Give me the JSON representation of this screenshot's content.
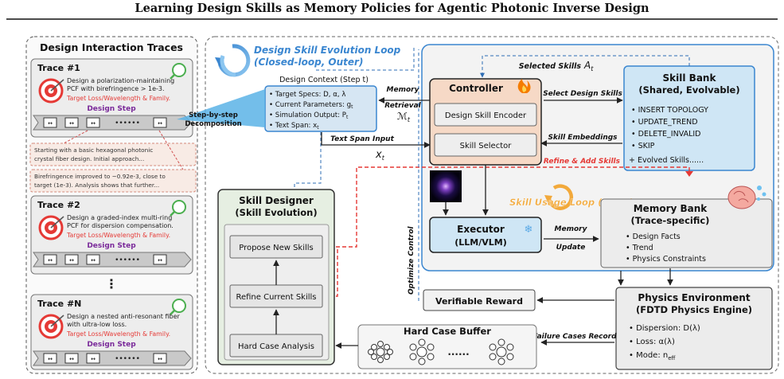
{
  "title": "Learning Design Skills as Memory Policies for Agentic Photonic Inverse Design",
  "left_panel": {
    "heading": "Design Interaction Traces",
    "traces": [
      {
        "name": "Trace #1",
        "text_1": "Design a polarization-maintaining",
        "text_2": "PCF with birefringence > 1e-3.",
        "target": "Target Loss/Wavelength & Family.",
        "step": "Design Step"
      },
      {
        "name": "Trace #2",
        "text_1": "Design a graded-index multi-ring",
        "text_2": "PCF for dispersion compensation.",
        "target": "Target Loss/Wavelength & Family.",
        "step": "Design Step"
      },
      {
        "name": "Trace #N",
        "text_1": "Design a nested anti-resonant fiber",
        "text_2": "with ultra-low loss.",
        "target": "Target Loss/Wavelength & Family.",
        "step": "Design Step"
      }
    ],
    "callout_1": {
      "line_1": "Starting with a basic hexagonal photonic",
      "line_2": "crystal fiber design. Initial approach..."
    },
    "callout_2": {
      "line_1": "Birefringence improved to ~0.92e-3, close to",
      "line_2": "target (1e-3). Analysis shows that further..."
    },
    "vertical_dots": "⋮"
  },
  "outer_loop": {
    "line_1": "Design Skill Evolution Loop",
    "line_2": "(Closed-loop, Outer)"
  },
  "design_context": {
    "heading": "Design Context (Step t)",
    "items": [
      "• Target Specs: D, α, λ",
      "• Current Parameters: g",
      "• Simulation Output: P",
      "• Text Span: x"
    ],
    "sub": "t",
    "decomposition": {
      "line_1": "Step-by-step",
      "line_2": "Decomposition"
    }
  },
  "edges": {
    "memory_retrieval_1": "Memory",
    "memory_retrieval_2": "Retrieval",
    "m_t": "ℳ",
    "text_span_input": "Text Span Input",
    "x_t": "x",
    "selected_skills": "Selected Skills",
    "a_t": "A",
    "select_design_skills": "Select Design Skills",
    "skill_embeddings": "Skill Embeddings",
    "refine_add_skills": "Refine & Add Skills",
    "memory_update_1": "Memory",
    "memory_update_2": "Update",
    "optimize_control": "Optimize Control",
    "failure_cases_record": "Failure Cases Record"
  },
  "controller": {
    "heading": "Controller",
    "encoder": "Design Skill Encoder",
    "selector": "Skill Selector"
  },
  "skill_bank": {
    "heading_1": "Skill Bank",
    "heading_2": "(Shared, Evolvable)",
    "items": [
      "INSERT TOPOLOGY",
      "UPDATE_TREND",
      "DELETE_INVALID",
      "SKIP"
    ],
    "evolved": "+ Evolved Skills......"
  },
  "inner_loop": "Skill Usage Loop (Inner)",
  "memory_bank": {
    "heading_1": "Memory Bank",
    "heading_2": "(Trace-specific)",
    "items": [
      "Design Facts",
      "Trend",
      "Physics Constraints"
    ]
  },
  "executor": {
    "heading": "Executor",
    "sub": "(LLM/VLM)"
  },
  "skill_designer": {
    "heading_1": "Skill Designer",
    "heading_2": "(Skill Evolution)",
    "propose": "Propose New Skills",
    "refine": "Refine Current Skills",
    "analysis": "Hard Case Analysis"
  },
  "verifiable_reward": "Verifiable Reward",
  "physics_env": {
    "heading_1": "Physics Environment",
    "heading_2": "(FDTD Physics Engine)",
    "items": [
      "Dispersion: D(λ)",
      "Loss: α(λ)",
      "Mode: n"
    ],
    "mode_sub": "eff"
  },
  "hard_case_buffer": {
    "heading": "Hard Case Buffer",
    "dots": "......"
  },
  "colors": {
    "blue_accent": "#3a86d0",
    "red_accent": "#e53935",
    "purple": "#7a2a9a",
    "controller_fill": "#f6d9c6",
    "executor_fill": "#cfe6f5",
    "panel_fill": "#f2f2f2",
    "skill_designer_fill": "#e6efe2"
  }
}
